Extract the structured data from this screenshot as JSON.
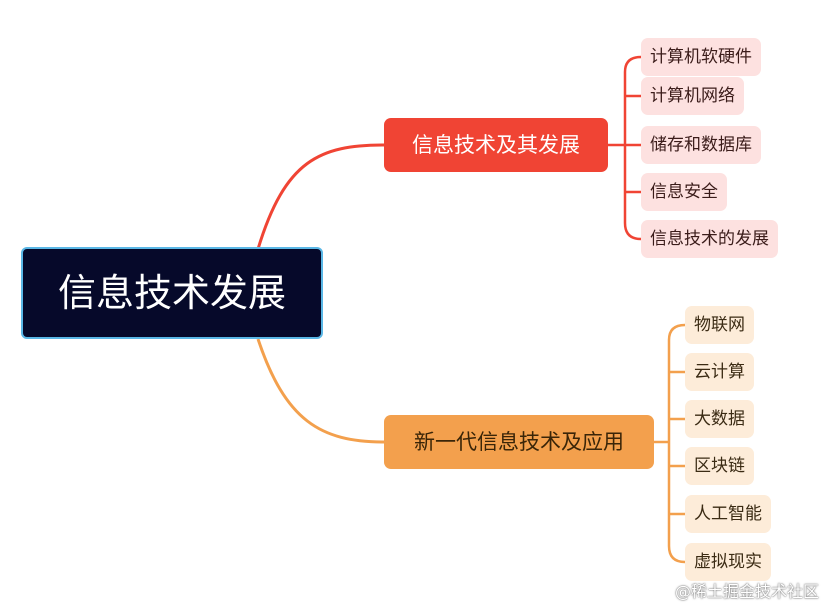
{
  "colors": {
    "root_bg": "#06092a",
    "root_border": "#5ab7e6",
    "branch1": "#f04434",
    "branch2": "#f3a04d",
    "leaf1_bg": "#fde1e0",
    "leaf2_bg": "#fdecd9"
  },
  "root": {
    "label": "信息技术发展"
  },
  "branches": [
    {
      "label": "信息技术及其发展",
      "children": [
        "计算机软硬件",
        "计算机网络",
        "储存和数据库",
        "信息安全",
        "信息技术的发展"
      ]
    },
    {
      "label": "新一代信息技术及应用",
      "children": [
        "物联网",
        "云计算",
        "大数据",
        "区块链",
        "人工智能",
        "虚拟现实"
      ]
    }
  ],
  "watermark": "@稀土掘金技术社区"
}
